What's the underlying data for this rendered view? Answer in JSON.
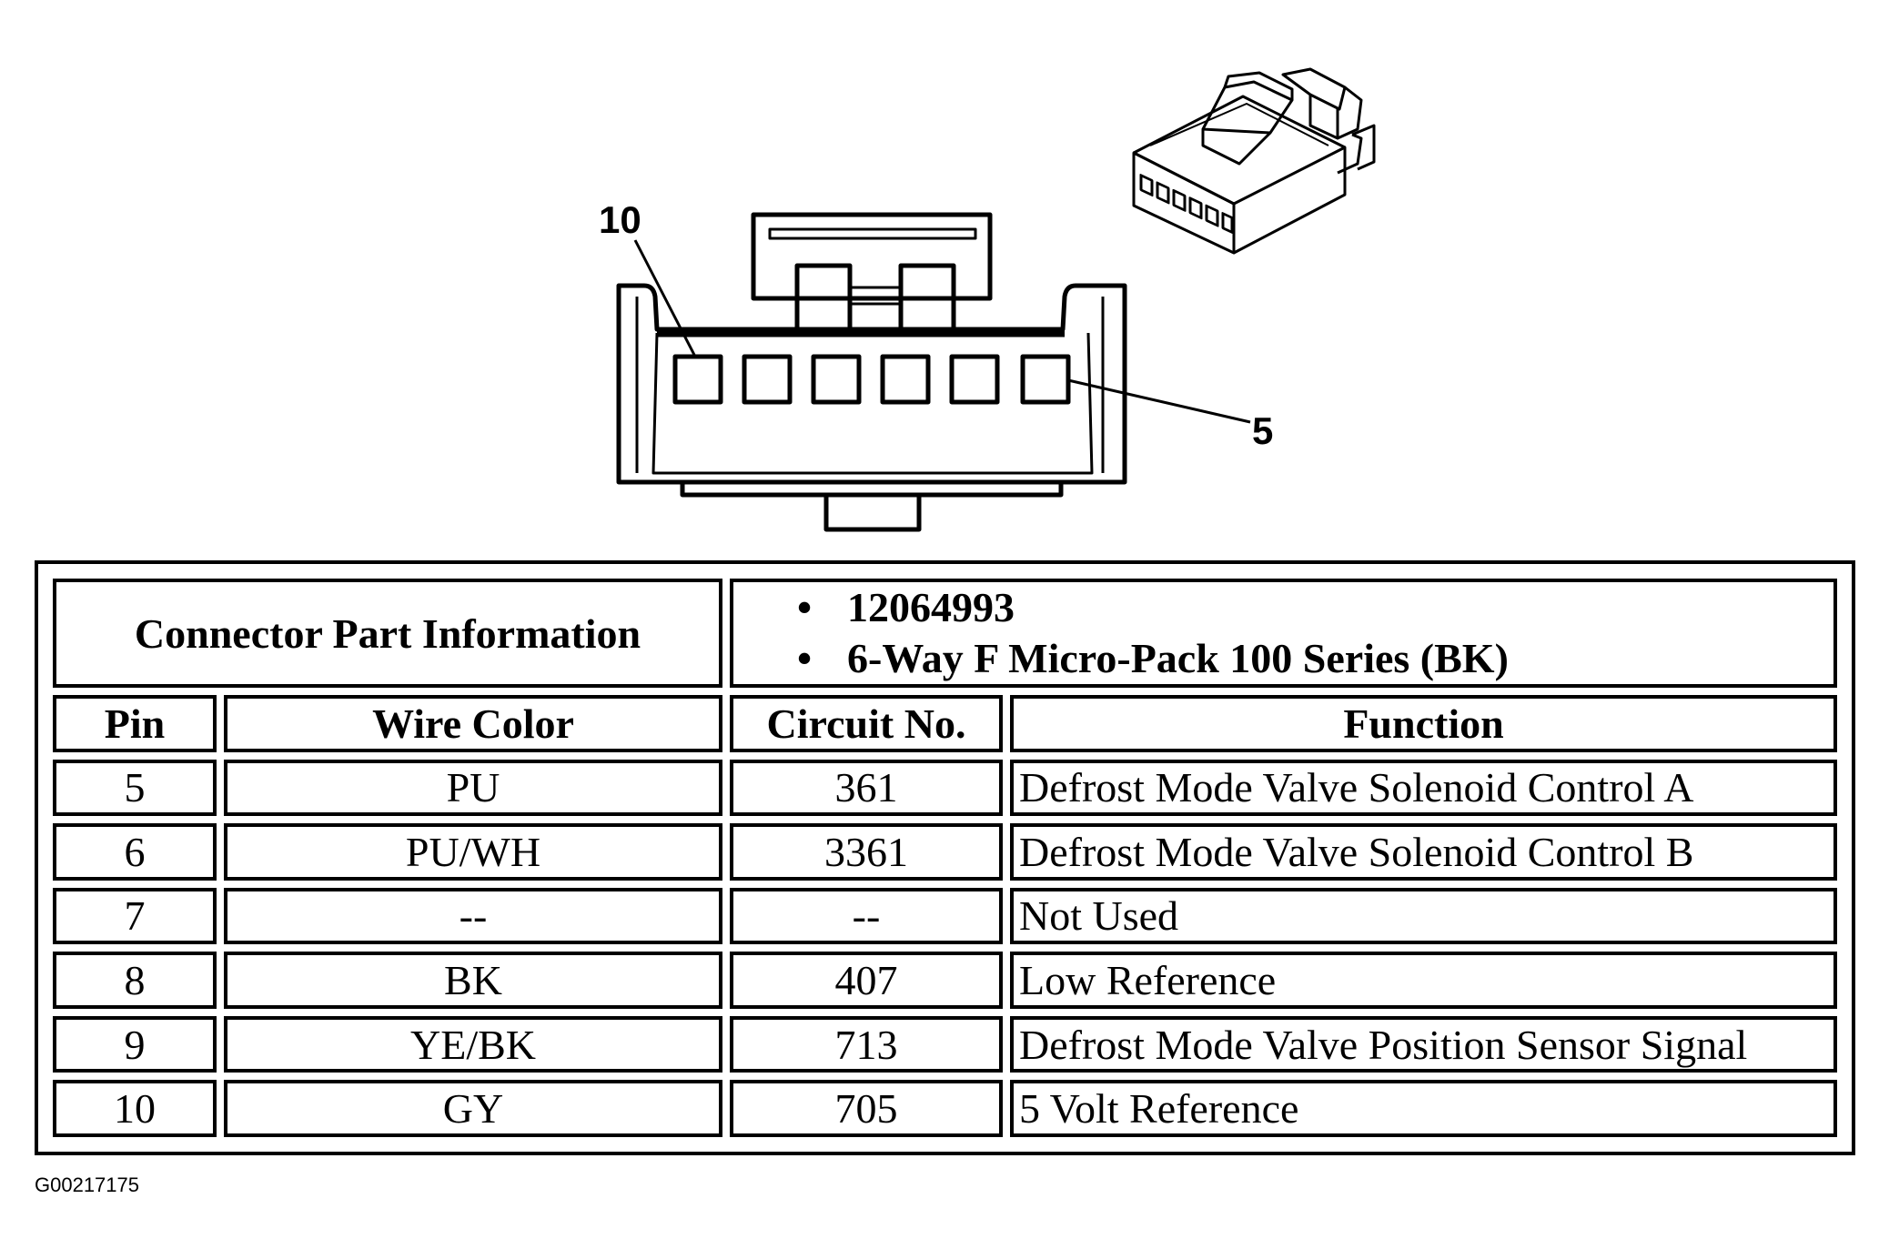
{
  "diagram": {
    "callout_top": "10",
    "callout_right": "5"
  },
  "connector_info": {
    "label": "Connector Part Information",
    "items": [
      "12064993",
      "6-Way F Micro-Pack 100 Series (BK)"
    ]
  },
  "table": {
    "headers": [
      "Pin",
      "Wire Color",
      "Circuit No.",
      "Function"
    ],
    "rows": [
      {
        "pin": "5",
        "wire_color": "PU",
        "circuit": "361",
        "function": "Defrost Mode Valve Solenoid Control A"
      },
      {
        "pin": "6",
        "wire_color": "PU/WH",
        "circuit": "3361",
        "function": "Defrost Mode Valve Solenoid Control B"
      },
      {
        "pin": "7",
        "wire_color": "--",
        "circuit": "--",
        "function": "Not Used"
      },
      {
        "pin": "8",
        "wire_color": "BK",
        "circuit": "407",
        "function": "Low Reference"
      },
      {
        "pin": "9",
        "wire_color": "YE/BK",
        "circuit": "713",
        "function": "Defrost Mode Valve Position Sensor Signal"
      },
      {
        "pin": "10",
        "wire_color": "GY",
        "circuit": "705",
        "function": "5 Volt Reference"
      }
    ]
  },
  "figure_id": "G00217175"
}
